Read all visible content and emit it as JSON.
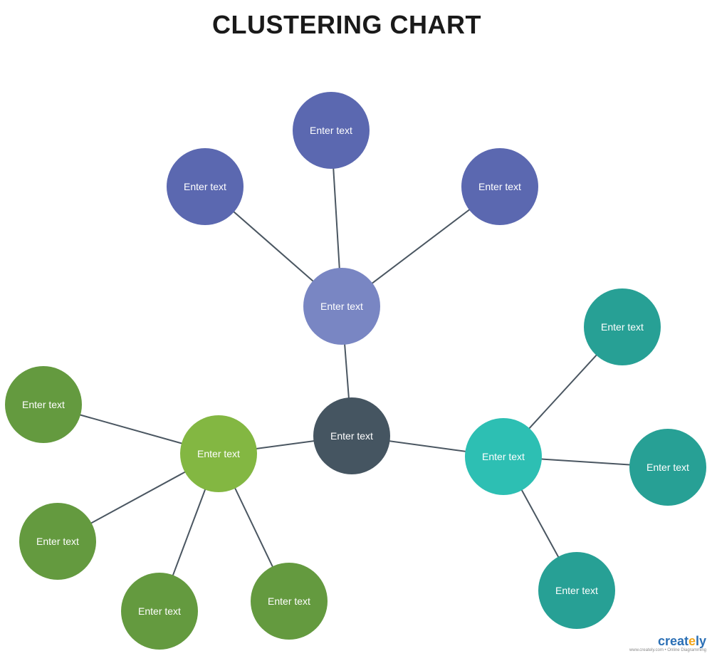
{
  "title": "CLUSTERING CHART",
  "colors": {
    "hub": "#455561",
    "purple_center": "#7986c3",
    "purple_leaf": "#5b68b0",
    "lightgreen_center": "#83b742",
    "green_leaf": "#649a3f",
    "teal_center": "#2dbfb3",
    "teal_leaf": "#27a095",
    "edge": "#4a5661"
  },
  "nodes": [
    {
      "id": "hub",
      "label": "Enter text",
      "color_key": "hub"
    },
    {
      "id": "purple-center",
      "label": "Enter text",
      "color_key": "purple_center"
    },
    {
      "id": "purple-top",
      "label": "Enter text",
      "color_key": "purple_leaf"
    },
    {
      "id": "purple-left",
      "label": "Enter text",
      "color_key": "purple_leaf"
    },
    {
      "id": "purple-right",
      "label": "Enter text",
      "color_key": "purple_leaf"
    },
    {
      "id": "green-center",
      "label": "Enter text",
      "color_key": "lightgreen_center"
    },
    {
      "id": "green-upper-left",
      "label": "Enter text",
      "color_key": "green_leaf"
    },
    {
      "id": "green-lower-left",
      "label": "Enter text",
      "color_key": "green_leaf"
    },
    {
      "id": "green-bottom-left",
      "label": "Enter text",
      "color_key": "green_leaf"
    },
    {
      "id": "green-bottom-right",
      "label": "Enter text",
      "color_key": "green_leaf"
    },
    {
      "id": "teal-center",
      "label": "Enter text",
      "color_key": "teal_center"
    },
    {
      "id": "teal-top",
      "label": "Enter text",
      "color_key": "teal_leaf"
    },
    {
      "id": "teal-right",
      "label": "Enter text",
      "color_key": "teal_leaf"
    },
    {
      "id": "teal-bottom",
      "label": "Enter text",
      "color_key": "teal_leaf"
    }
  ],
  "edges": [
    [
      "hub",
      "purple-center"
    ],
    [
      "hub",
      "green-center"
    ],
    [
      "hub",
      "teal-center"
    ],
    [
      "purple-center",
      "purple-top"
    ],
    [
      "purple-center",
      "purple-left"
    ],
    [
      "purple-center",
      "purple-right"
    ],
    [
      "green-center",
      "green-upper-left"
    ],
    [
      "green-center",
      "green-lower-left"
    ],
    [
      "green-center",
      "green-bottom-left"
    ],
    [
      "green-center",
      "green-bottom-right"
    ],
    [
      "teal-center",
      "teal-top"
    ],
    [
      "teal-center",
      "teal-right"
    ],
    [
      "teal-center",
      "teal-bottom"
    ]
  ],
  "brand": {
    "name_main": "creat",
    "name_accent": "e",
    "name_tail": "ly",
    "tagline": "www.creately.com • Online Diagramming"
  }
}
